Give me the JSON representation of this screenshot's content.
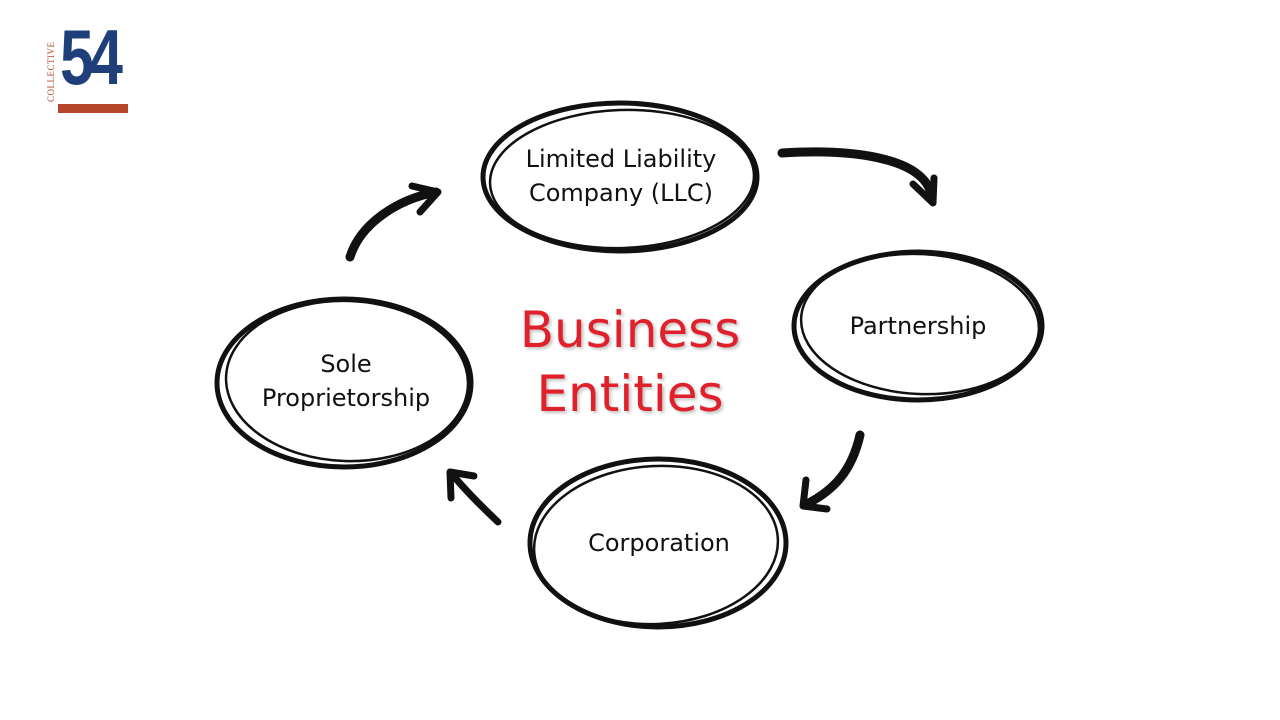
{
  "logo": {
    "vertical_text": "COLLECTIVE",
    "number": "54",
    "colors": {
      "navy": "#1f3f7a",
      "rust": "#b5472a"
    }
  },
  "center_title": {
    "line1": "Business",
    "line2": "Entities",
    "color": "#e0202a"
  },
  "nodes": {
    "llc": {
      "line1": "Limited Liability",
      "line2": "Company (LLC)"
    },
    "partnership": {
      "label": "Partnership"
    },
    "corporation": {
      "label": "Corporation"
    },
    "sole": {
      "line1": "Sole",
      "line2": "Proprietorship"
    }
  }
}
